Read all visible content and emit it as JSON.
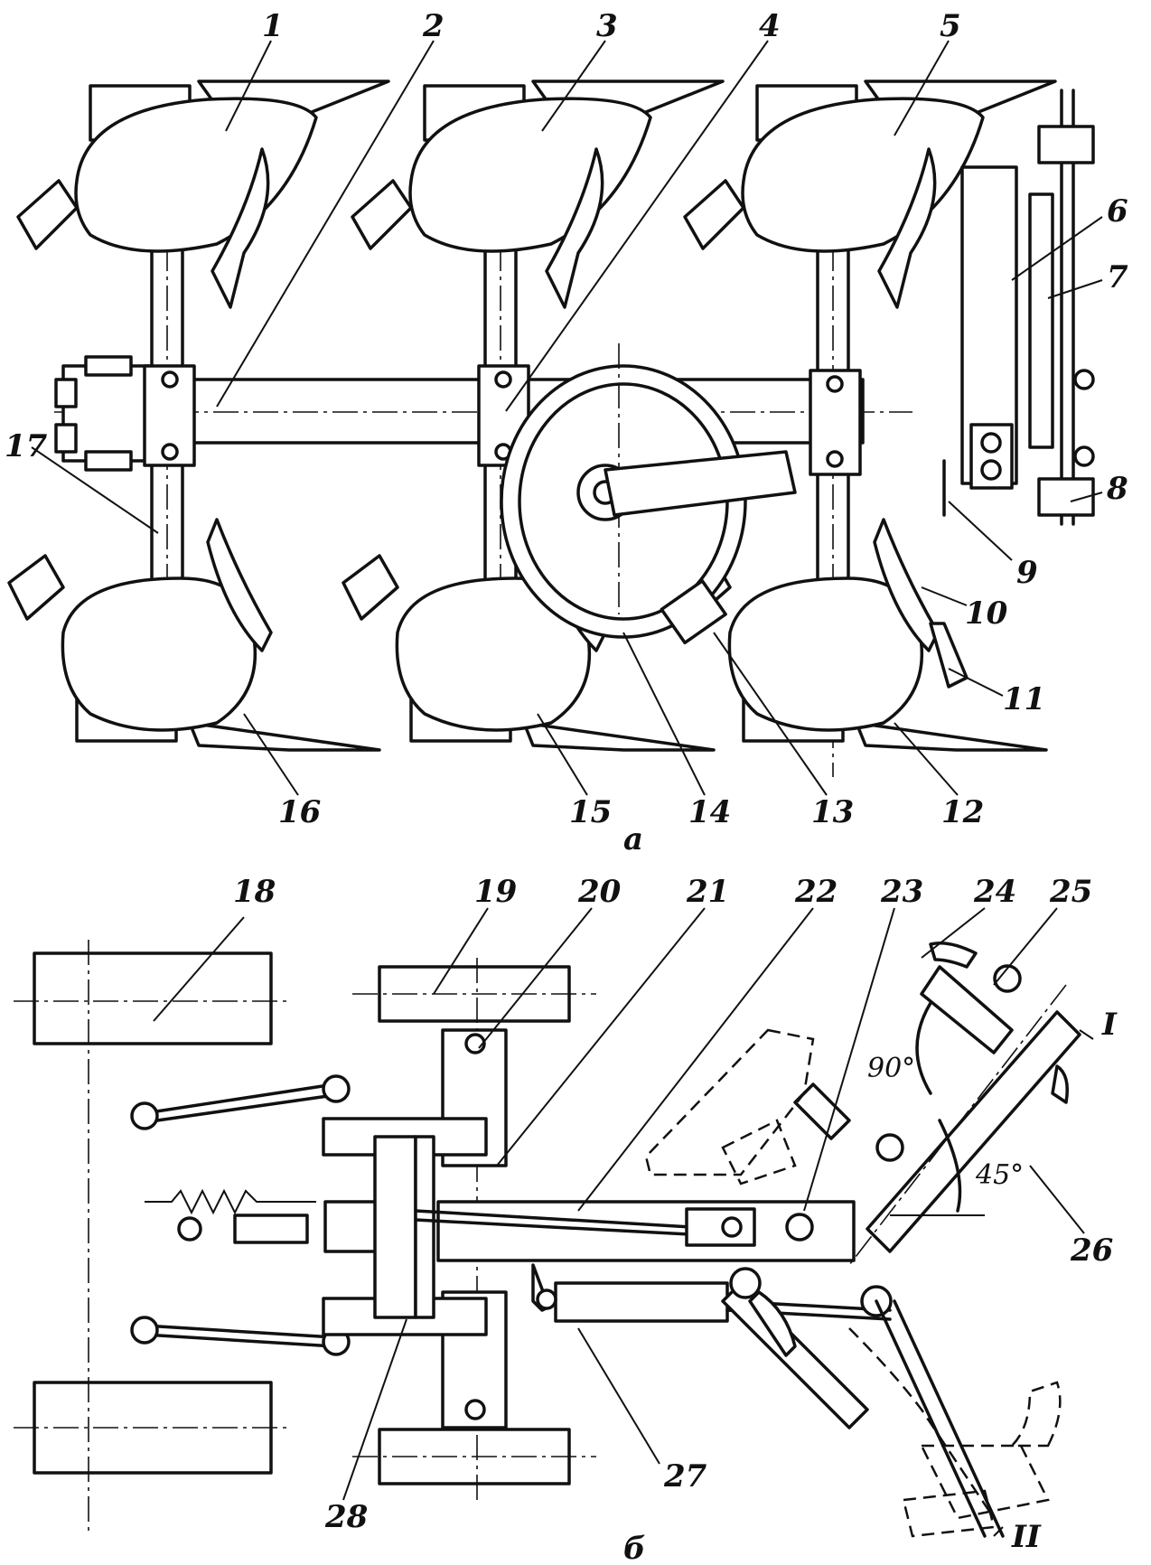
{
  "part_labels": [
    "1",
    "2",
    "3",
    "4",
    "5",
    "6",
    "7",
    "8",
    "9",
    "10",
    "11",
    "12",
    "13",
    "14",
    "15",
    "16",
    "17",
    "18",
    "19",
    "20",
    "21",
    "22",
    "23",
    "24",
    "25",
    "26",
    "27",
    "28"
  ],
  "view_labels": {
    "top_view": "а",
    "bottom_view": "б"
  },
  "angle_labels": {
    "right_angle": "90°",
    "half_right": "45°"
  },
  "position_labels": {
    "pos_one": "I",
    "pos_two": "II"
  }
}
